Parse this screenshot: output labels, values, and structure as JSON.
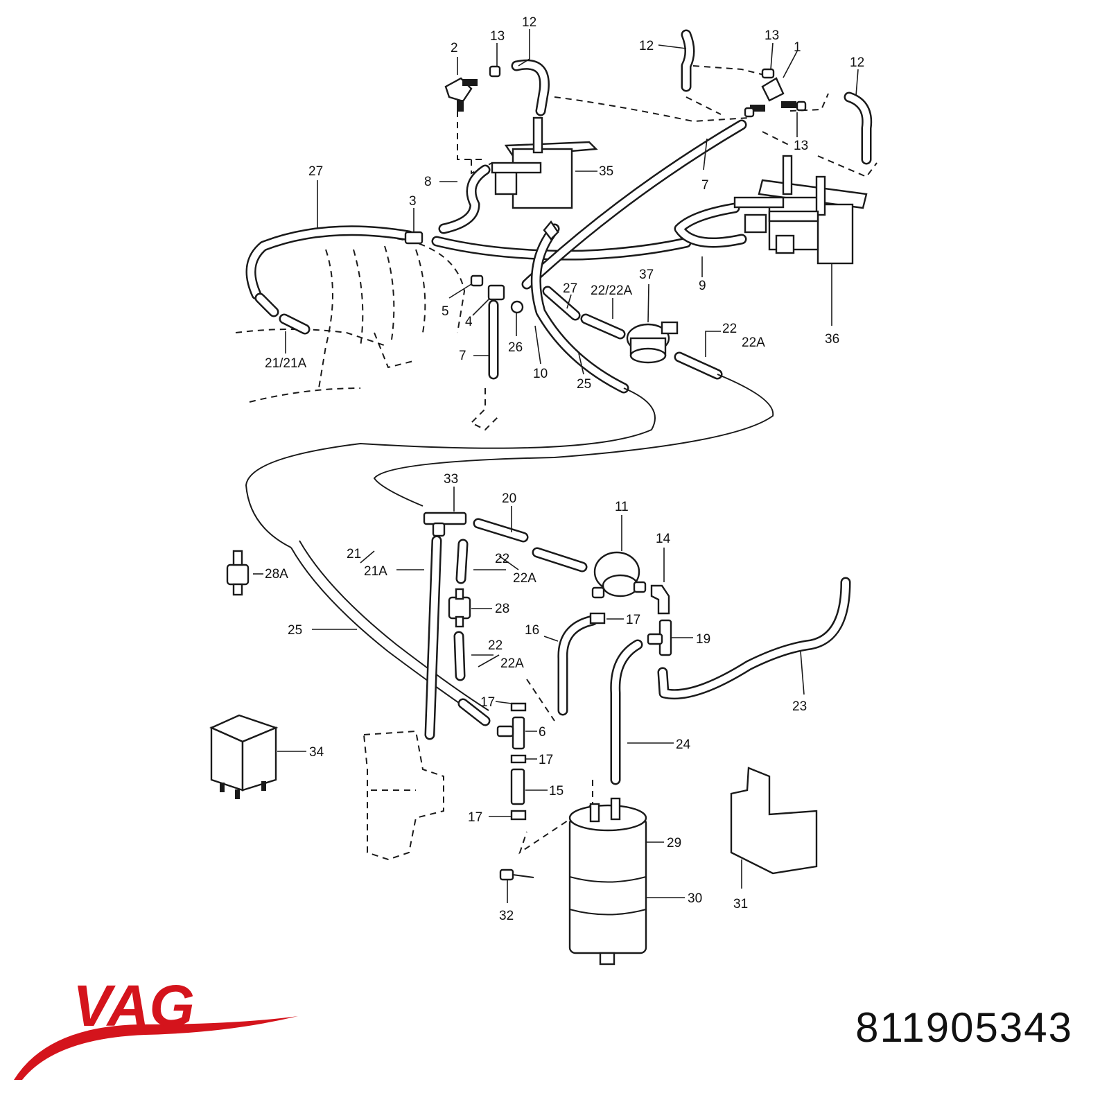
{
  "labels": {
    "p1": "1",
    "p2": "2",
    "p3": "3",
    "p4": "4",
    "p5": "5",
    "p6": "6",
    "p7": "7",
    "p8": "8",
    "p9": "9",
    "p10": "10",
    "p11": "11",
    "p12": "12",
    "p13": "13",
    "p14": "14",
    "p15": "15",
    "p16": "16",
    "p17": "17",
    "p19": "19",
    "p20": "20",
    "p21": "21",
    "p21_21a": "21/21A",
    "p21a": "21A",
    "p22": "22",
    "p22_22a": "22/22A",
    "p22a": "22A",
    "p23": "23",
    "p24": "24",
    "p25": "25",
    "p26": "26",
    "p27": "27",
    "p28": "28",
    "p28a": "28A",
    "p29": "29",
    "p30": "30",
    "p31": "31",
    "p32": "32",
    "p33": "33",
    "p34": "34",
    "p35": "35",
    "p36": "36",
    "p37": "37"
  },
  "brand": {
    "name": "VAG",
    "color": "#d4141c"
  },
  "part_number": "811905343"
}
